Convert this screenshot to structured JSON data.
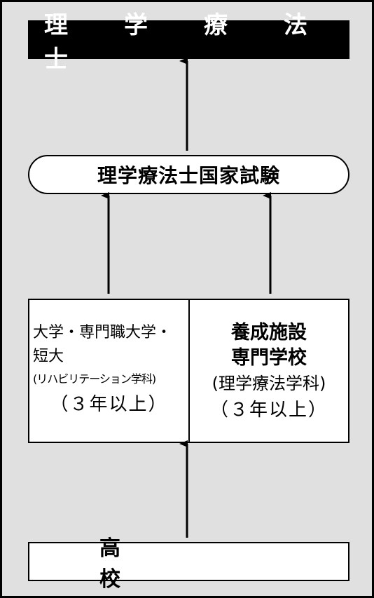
{
  "title": "理　学　療　法　士",
  "exam": "理学療法士国家試験",
  "left_school": {
    "line1": "大学・専門職大学・",
    "line2": "短大",
    "line3": "(リハビリテーション学科)",
    "years": "（３年以上）"
  },
  "right_school": {
    "line1": "養成施設",
    "line2": "専門学校",
    "line3": "(理学療法学科)",
    "years": "（３年以上）"
  },
  "high_school": "高　校",
  "colors": {
    "background": "#e0e0e0",
    "title_bg": "#000000",
    "box_bg": "#ffffff"
  }
}
